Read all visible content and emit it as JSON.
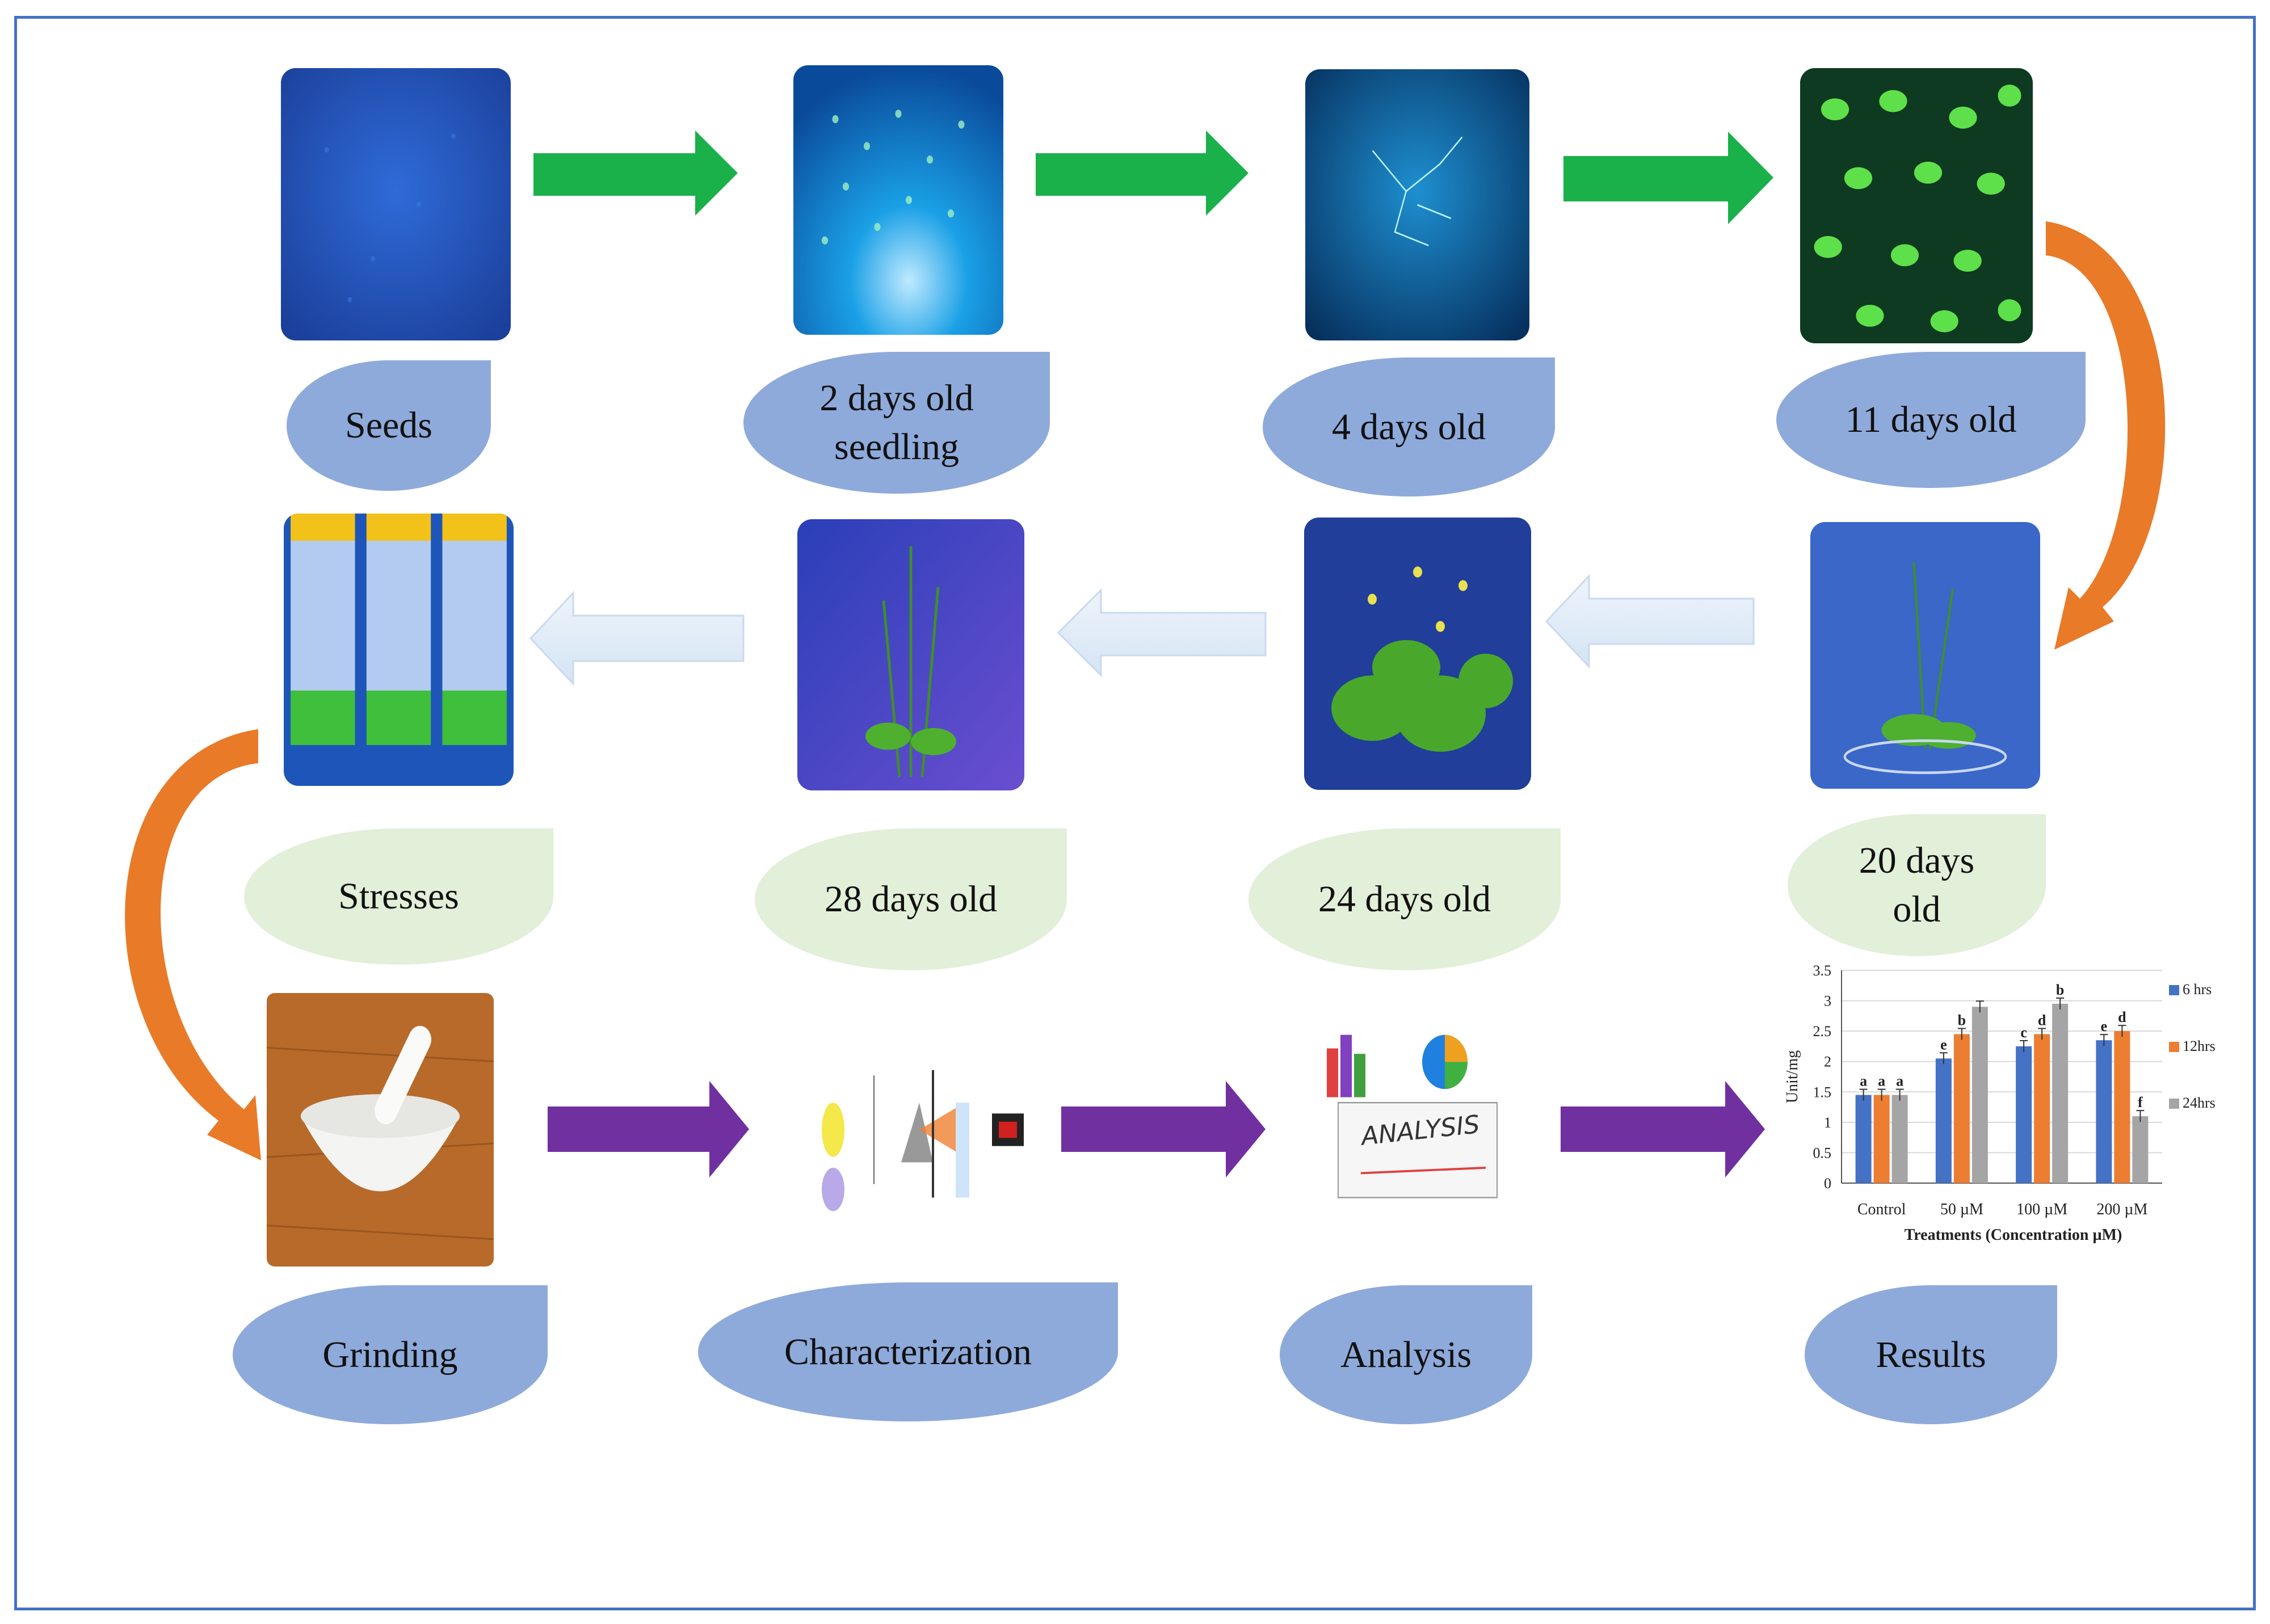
{
  "colors": {
    "frame": "#4472c4",
    "label_blue": "#8eaadb",
    "label_green": "#e2efd9",
    "arrow_green": "#1ab04a",
    "arrow_light": "#deebf7",
    "arrow_orange": "#e97a28",
    "arrow_purple": "#7030a0"
  },
  "row1": {
    "seeds": "Seeds",
    "day2_line1": "2 days old",
    "day2_line2": "seedling",
    "day4": "4 days old",
    "day11": "11 days old"
  },
  "row2": {
    "stresses": "Stresses",
    "day28": "28 days old",
    "day24": "24 days old",
    "day20_line1": "20 days",
    "day20_line2": "old"
  },
  "row3": {
    "grinding": "Grinding",
    "characterization": "Characterization",
    "analysis": "Analysis",
    "results": "Results"
  },
  "analysis_image_text": "ANALYSIS",
  "chart_data": {
    "type": "bar",
    "categories": [
      "Control",
      "50 µM",
      "100 µM",
      "200 µM"
    ],
    "series": [
      {
        "name": "6 hrs",
        "color": "#4472c4",
        "values": [
          1.45,
          2.05,
          2.25,
          2.35
        ],
        "letters": [
          "a",
          "e",
          "c",
          "e"
        ]
      },
      {
        "name": "12hrs",
        "color": "#ed7d31",
        "values": [
          1.45,
          2.45,
          2.45,
          2.5
        ],
        "letters": [
          "a",
          "b",
          "d",
          "d"
        ]
      },
      {
        "name": "24hrs",
        "color": "#a5a5a5",
        "values": [
          1.45,
          2.9,
          2.95,
          1.1
        ],
        "letters": [
          "a",
          "",
          "b",
          "f"
        ]
      }
    ],
    "ylabel": "Unit/mg",
    "xlabel": "Treatments (Concentration µM)",
    "ylim": [
      0,
      3.5
    ],
    "yticks": [
      "0",
      "0.5",
      "1",
      "1.5",
      "2",
      "2.5",
      "3",
      "3.5"
    ],
    "grid": true,
    "legend_position": "right"
  }
}
